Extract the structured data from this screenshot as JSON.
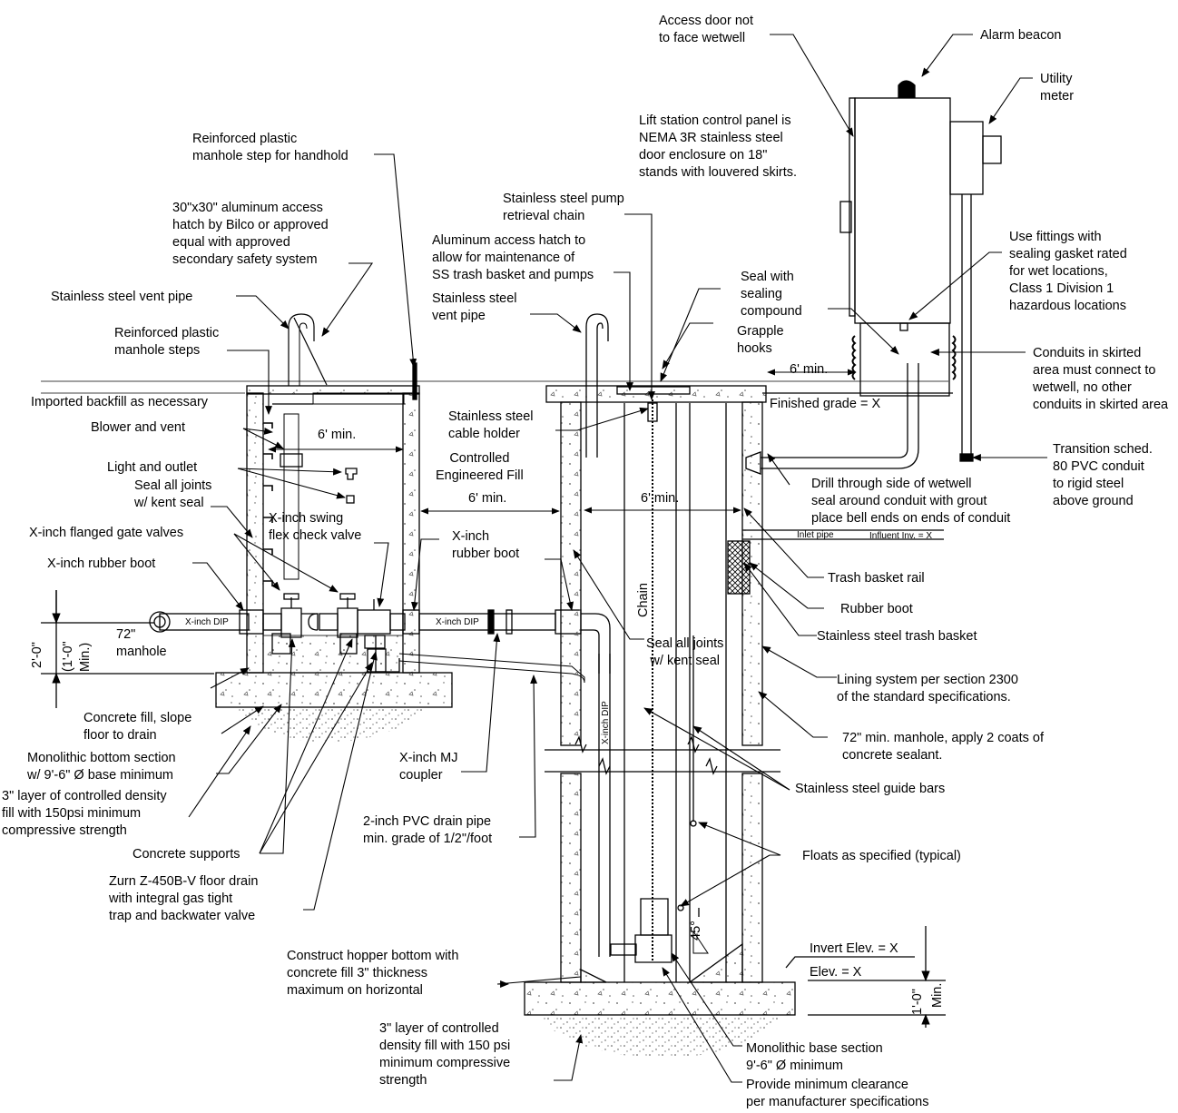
{
  "labels": {
    "access_door": "Access door not\nto face wetwell",
    "alarm_beacon": "Alarm beacon",
    "utility_meter": "Utility\nmeter",
    "control_panel": "Lift station control panel is\nNEMA 3R stainless steel\ndoor enclosure on 18\"\nstands with louvered skirts.",
    "manhole_step_handhold": "Reinforced plastic\nmanhole step for handhold",
    "pump_chain": "Stainless steel pump\nretrieval chain",
    "aluminum_hatch_30": "30\"x30\" aluminum access\nhatch by Bilco or approved\nequal with approved\nsecondary safety system",
    "aluminum_hatch_trash": "Aluminum access hatch to\nallow for maintenance of\nSS trash basket and pumps",
    "use_fittings": "Use fittings with\nsealing gasket rated\nfor wet locations,\nClass 1 Division 1\nhazardous locations",
    "seal_compound": "Seal with\nsealing\ncompound",
    "vent_pipe_left": "Stainless steel vent pipe",
    "vent_pipe_right": "Stainless steel\nvent pipe",
    "grapple_hooks": "Grapple\nhooks",
    "manhole_steps": "Reinforced plastic\nmanhole steps",
    "conduits_skirted": "Conduits in skirted\narea must connect to\nwetwell, no other\nconduits in skirted area",
    "six_min_grade": "6' min.",
    "imported_backfill": "Imported backfill as necessary",
    "finished_grade": "Finished grade = X",
    "blower_vent": "Blower and vent",
    "cable_holder": "Stainless steel\ncable holder",
    "six_min_vault": "6' min.",
    "controlled_fill": "Controlled\nEngineered Fill",
    "transition": "Transition sched.\n80 PVC conduit\nto rigid steel\nabove ground",
    "light_outlet": "Light and outlet",
    "drill_through": "Drill through side of wetwell\nseal around conduit with grout\nplace bell ends on ends of conduit",
    "seal_joints_left": "Seal all joints\nw/ kent seal",
    "six_min_between": "6' min.",
    "six_min_wetwell": "6' min.",
    "swing_check": "X-inch swing\nflex check valve",
    "gate_valves": "X-inch flanged gate valves",
    "rubber_boot_mid": "X-inch\nrubber boot",
    "inlet_pipe": "Inlet pipe",
    "influent_inv": "Influent Inv. = X",
    "rubber_boot_left": "X-inch rubber boot",
    "trash_rail": "Trash basket rail",
    "chain": "Chain",
    "rubber_boot_right": "Rubber boot",
    "dip_left": "X-inch DIP",
    "dip_mid": "X-inch DIP",
    "dip_vertical": "X-inch DIP",
    "dim_2_0": "2'-0\"",
    "dim_1_0_min": "(1'-0\"\nMin.)",
    "manhole_72": "72\"\nmanhole",
    "trash_basket": "Stainless steel trash basket",
    "seal_joints_right": "Seal all joints\nw/ kent seal",
    "lining": "Lining system per section 2300\nof the standard specifications.",
    "concrete_fill": "Concrete fill, slope\nfloor to drain",
    "manhole_min_72": "72\" min. manhole, apply 2 coats of\nconcrete sealant.",
    "monolithic_bottom": "Monolithic bottom section\nw/ 9'-6\" Ø base minimum",
    "mj_coupler": "X-inch MJ\ncoupler",
    "guide_bars": "Stainless steel guide bars",
    "cdf_150psi": "3\" layer of controlled density\nfill with 150psi minimum\ncompressive strength",
    "drain_pipe": "2-inch PVC drain pipe\nmin. grade of 1/2\"/foot",
    "concrete_supports": "Concrete supports",
    "floats": "Floats as specified (typical)",
    "zurn": "Zurn Z-450B-V floor drain\nwith integral gas tight\ntrap and backwater valve",
    "angle_45": "45°",
    "invert_elev": "Invert Elev. = X",
    "elev": "Elev. = X",
    "hopper": "Construct hopper bottom with\nconcrete fill 3\" thickness\nmaximum on horizontal",
    "dim_1_0": "1'-0\"",
    "min_right": "Min.",
    "cdf_bottom": "3\" layer of controlled\ndensity fill with 150 psi\nminimum compressive\nstrength",
    "monolithic_base": "Monolithic base section\n9'-6\" Ø minimum",
    "clearance": "Provide minimum clearance\nper manufacturer specifications"
  },
  "colors": {
    "line": "#000000",
    "background": "#ffffff",
    "concrete_dot": "#555555"
  }
}
